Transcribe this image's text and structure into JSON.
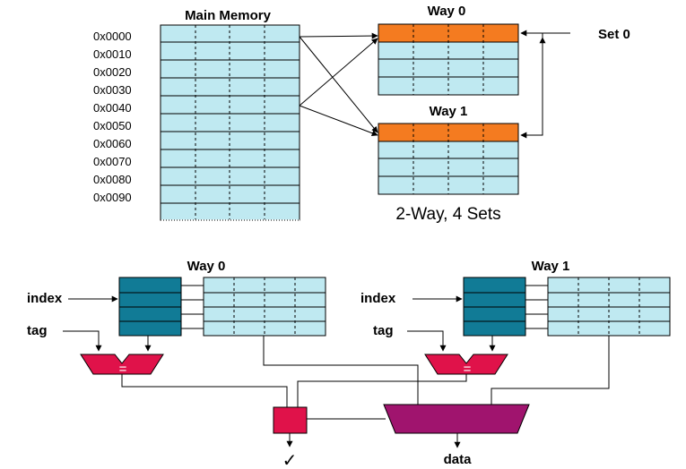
{
  "main_memory": {
    "title": "Main Memory",
    "addresses": [
      "0x0000",
      "0x0010",
      "0x0020",
      "0x0030",
      "0x0040",
      "0x0050",
      "0x0060",
      "0x0070",
      "0x0080",
      "0x0090"
    ]
  },
  "top_cache": {
    "way0_title": "Way 0",
    "way1_title": "Way 1",
    "set_label": "Set 0",
    "caption": "2-Way, 4 Sets"
  },
  "bottom_cache": {
    "way0": {
      "title": "Way 0",
      "index_label": "index",
      "tag_label": "tag"
    },
    "way1": {
      "title": "Way 1",
      "index_label": "index",
      "tag_label": "tag"
    },
    "comparator_symbol": "=",
    "hit_symbol": "✓",
    "data_label": "data"
  },
  "colors": {
    "line_fill": "#bfe9f1",
    "tag_row_highlight": "#f47b20",
    "tag_array": "#117b96",
    "comparator": "#e0124a",
    "mux": "#a0146e"
  }
}
